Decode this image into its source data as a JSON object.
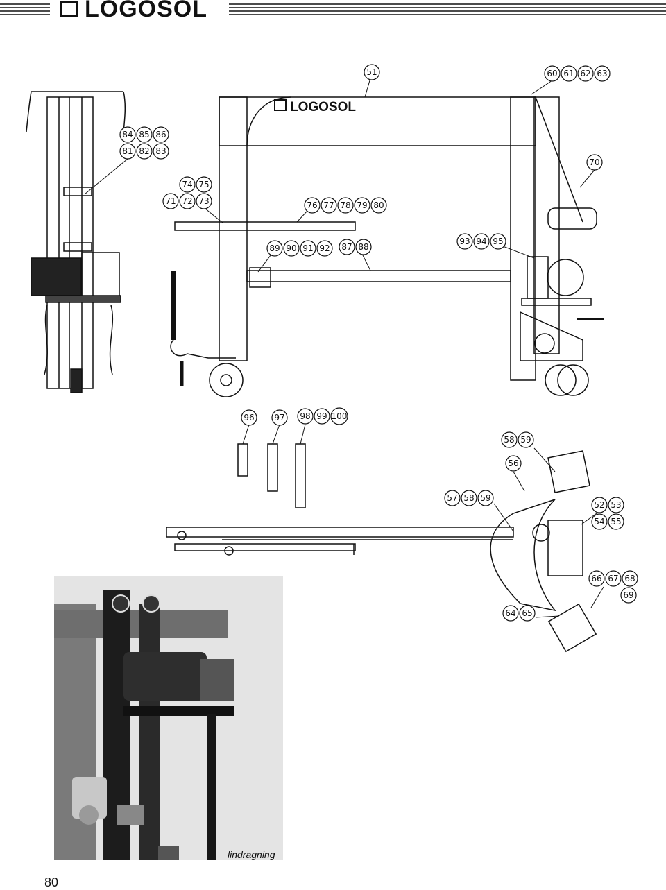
{
  "header": {
    "brand": "LOGOSOL"
  },
  "frame_logo": "LOGOSOL",
  "callouts": {
    "c51": "51",
    "c60": "60",
    "c61": "61",
    "c62": "62",
    "c63": "63",
    "c70": "70",
    "c84": "84",
    "c85": "85",
    "c86": "86",
    "c81": "81",
    "c82": "82",
    "c83": "83",
    "c74": "74",
    "c75": "75",
    "c71": "71",
    "c72": "72",
    "c73": "73",
    "c76": "76",
    "c77": "77",
    "c78": "78",
    "c79": "79",
    "c80": "80",
    "c93": "93",
    "c94": "94",
    "c95": "95",
    "c89": "89",
    "c90": "90",
    "c91": "91",
    "c92": "92",
    "c87": "87",
    "c88": "88",
    "c96": "96",
    "c97": "97",
    "c98": "98",
    "c99": "99",
    "c100": "100",
    "c58a": "58",
    "c59a": "59",
    "c56": "56",
    "c57": "57",
    "c58b": "58",
    "c59b": "59",
    "c52": "52",
    "c53": "53",
    "c54": "54",
    "c55": "55",
    "c66": "66",
    "c67": "67",
    "c68": "68",
    "c69": "69",
    "c64": "64",
    "c65": "65"
  },
  "photo_caption": "lindragning",
  "page_number": "80"
}
